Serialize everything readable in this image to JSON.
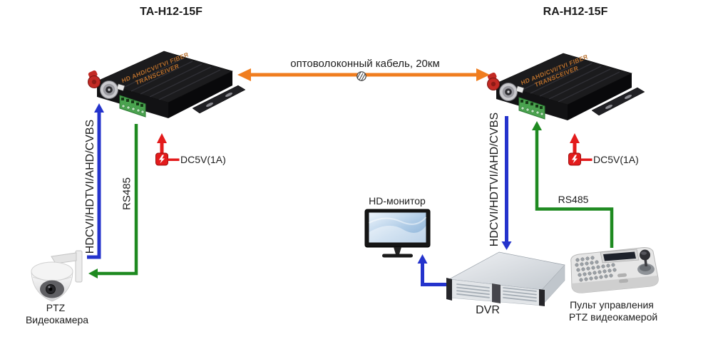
{
  "colors": {
    "orange": "#f07d1f",
    "blue": "#2433cc",
    "green": "#1e8a20",
    "red": "#e31b1c"
  },
  "devices": {
    "left_title": "TA-H12-15F",
    "right_title": "RA-H12-15F",
    "panel_line1": "HD AHD/CVI/TVI  FIBER",
    "panel_line2": "TRANSCEIVER"
  },
  "links": {
    "fiber_label": "оптоволоконный кабель, 20км",
    "video_label": "HDCVI/HDTVI/AHD/CVBS",
    "rs485_label": "RS485",
    "power_label": "DC5V(1A)"
  },
  "nodes": {
    "camera_line1": "PTZ",
    "camera_line2": "Видеокамера",
    "monitor_label": "HD-монитор",
    "dvr_label": "DVR",
    "keyboard_line1": "Пульт управления",
    "keyboard_line2": "PTZ видеокамерой"
  }
}
